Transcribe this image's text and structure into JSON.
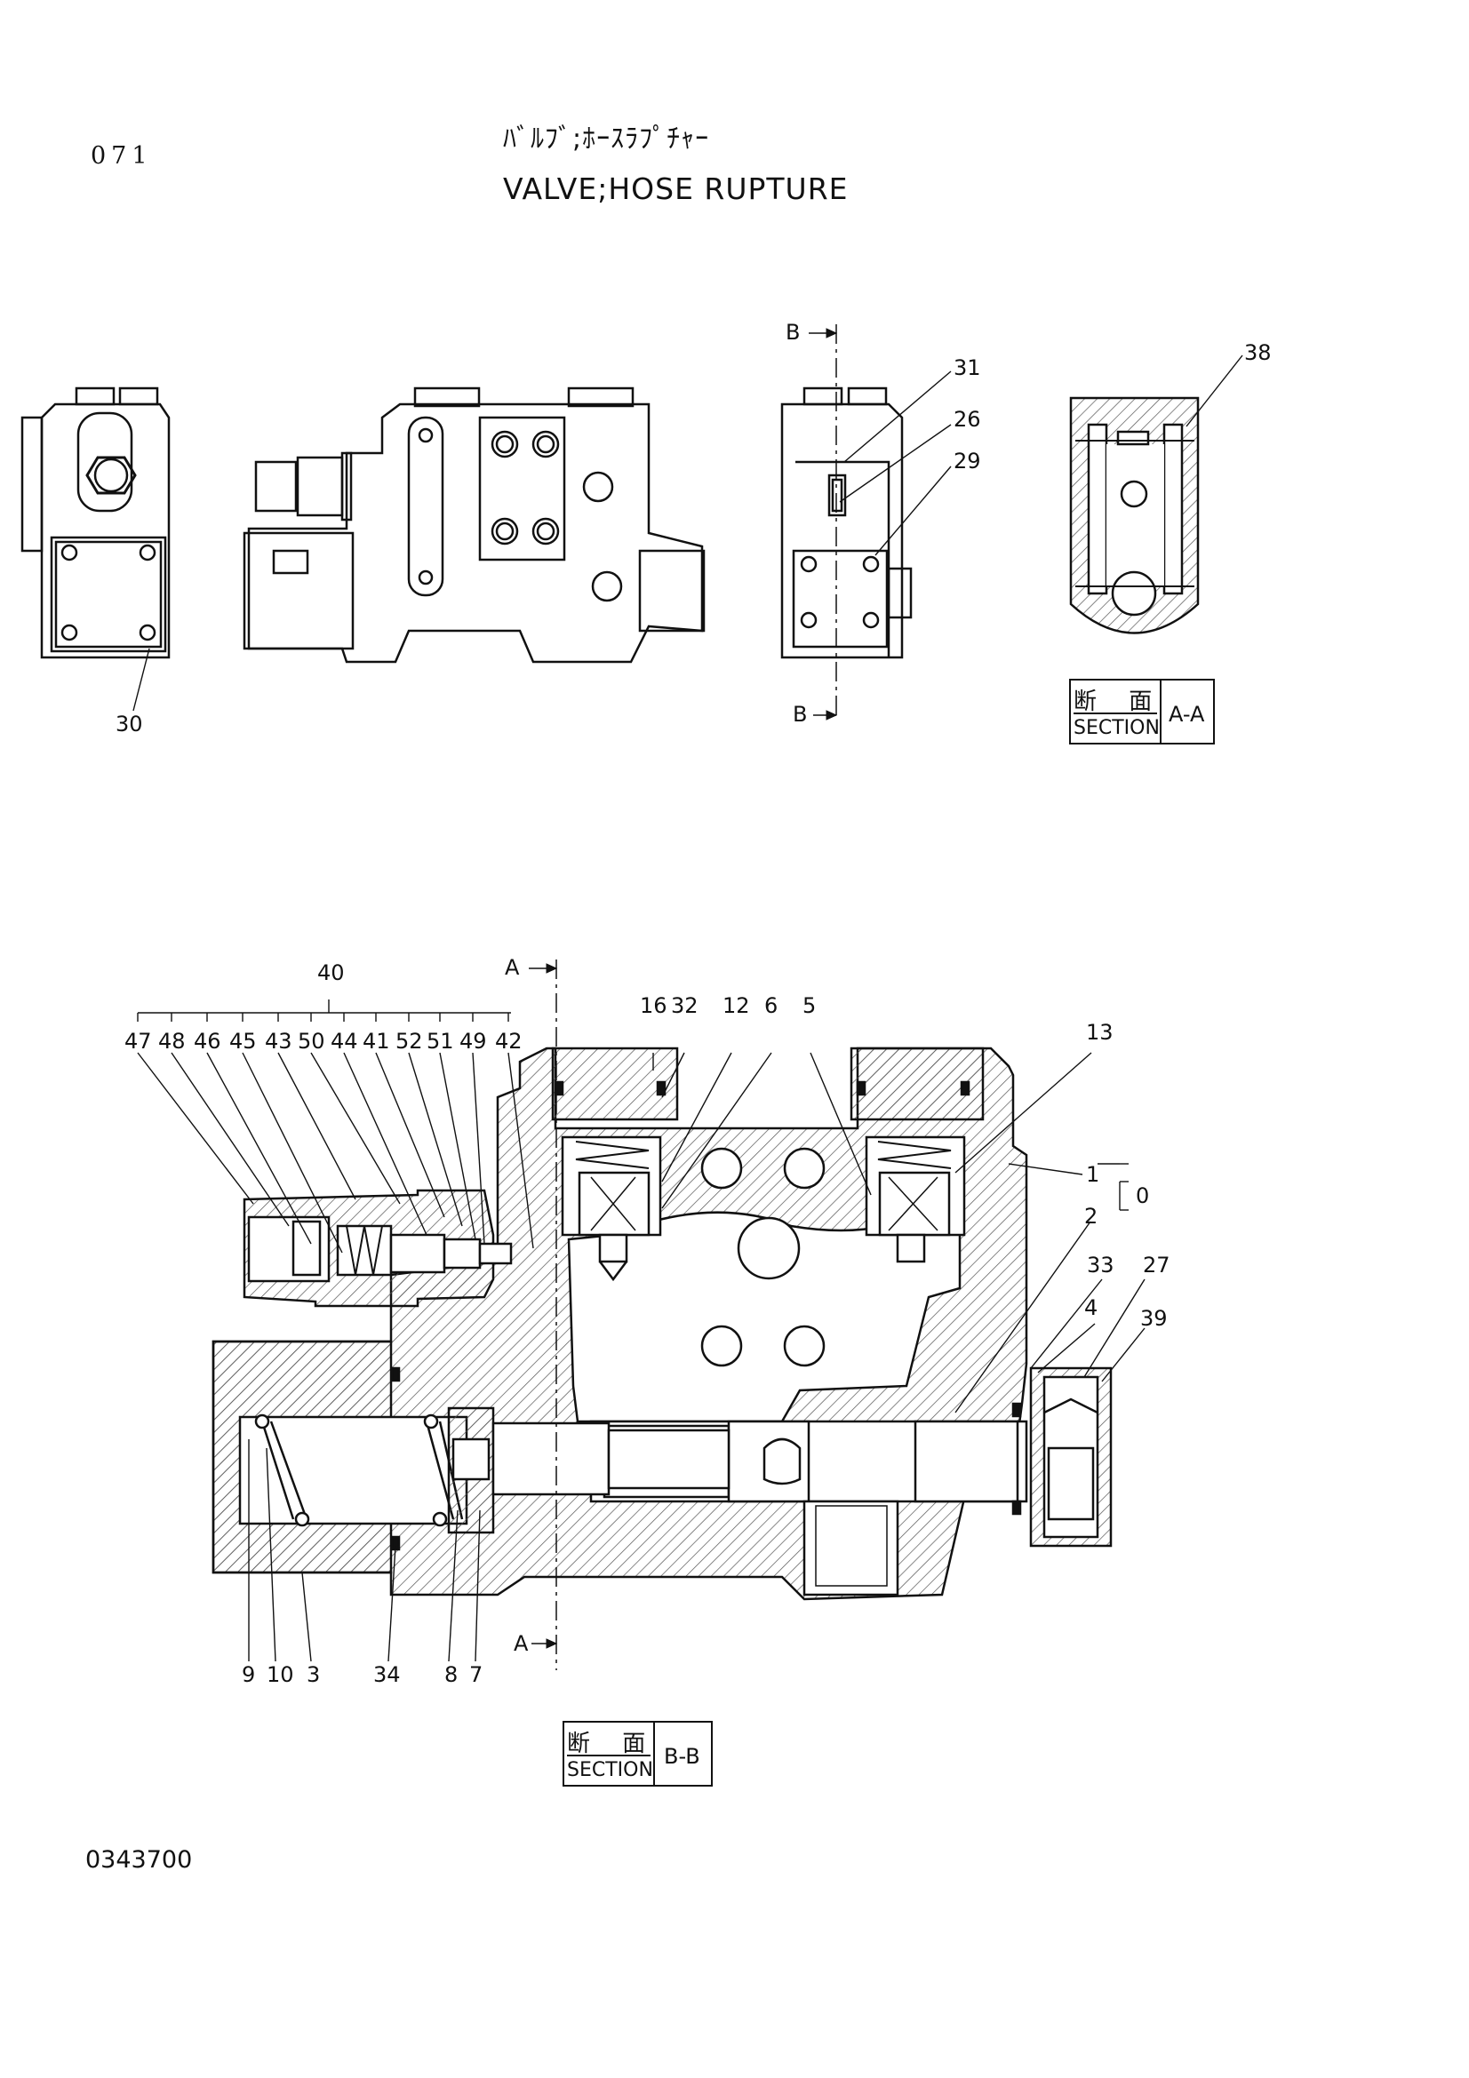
{
  "page_number": "071",
  "title_jp": "ﾊﾞﾙﾌﾞ;ﾎｰｽﾗﾌﾟﾁｬｰ",
  "title_en": "VALVE;HOSE RUPTURE",
  "document_number": "0343700",
  "section_aa": {
    "jp": "断 面",
    "en": "SECTION",
    "id": "A-A"
  },
  "section_bb": {
    "jp": "断 面",
    "en": "SECTION",
    "id": "B-B"
  },
  "cut_marks": {
    "b_top": "B",
    "b_bottom": "B",
    "a_top": "A",
    "a_bottom": "A"
  },
  "part_labels": {
    "p30": "30",
    "p31": "31",
    "p26": "26",
    "p29": "29",
    "p38": "38",
    "p40": "40",
    "p47": "47",
    "p48": "48",
    "p46": "46",
    "p45": "45",
    "p43": "43",
    "p50": "50",
    "p44": "44",
    "p41": "41",
    "p52": "52",
    "p51": "51",
    "p49": "49",
    "p42": "42",
    "p16": "16",
    "p32": "32",
    "p12": "12",
    "p6": "6",
    "p5": "5",
    "p13": "13",
    "p1": "1",
    "p0": "0",
    "p2": "2",
    "p33": "33",
    "p27": "27",
    "p4": "4",
    "p39": "39",
    "p9": "9",
    "p10": "10",
    "p3": "3",
    "p34": "34",
    "p8": "8",
    "p7": "7"
  }
}
